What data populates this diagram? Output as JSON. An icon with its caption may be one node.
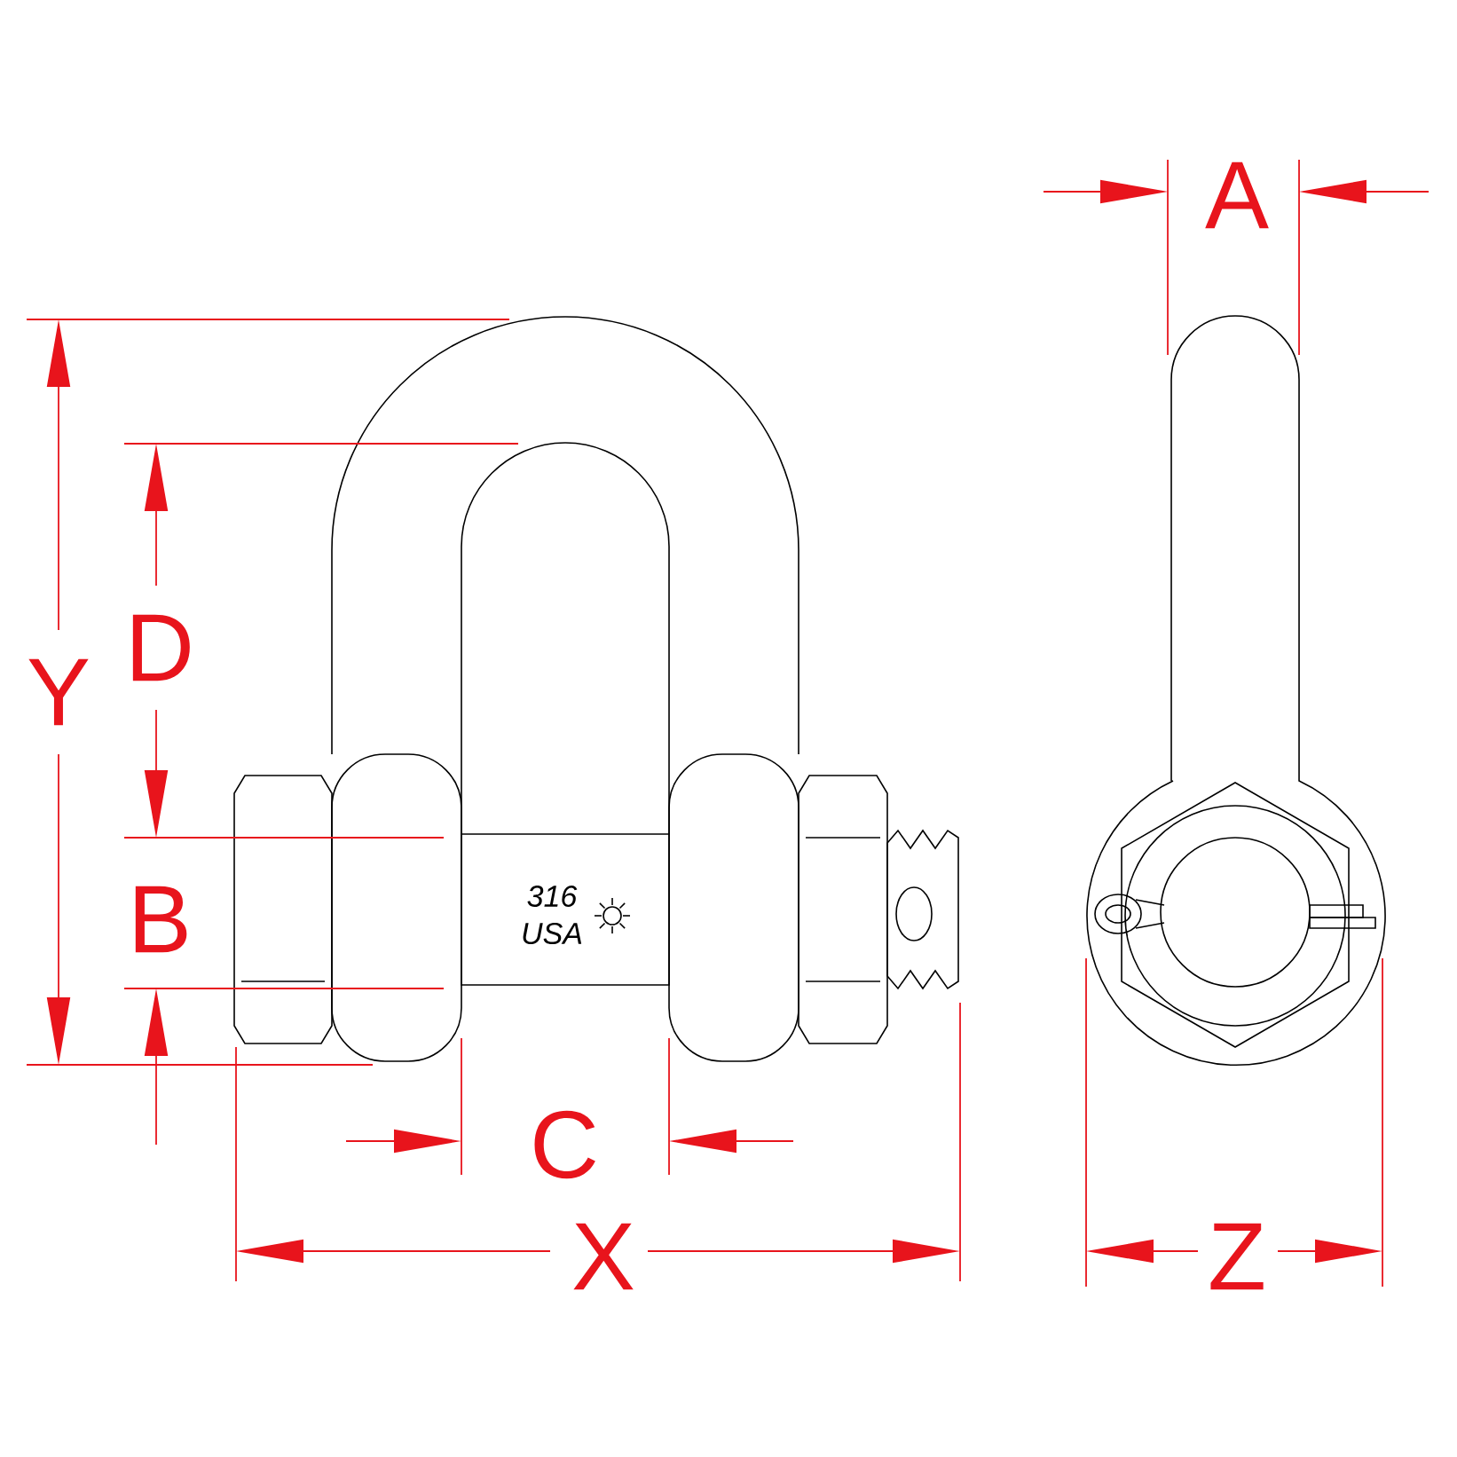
{
  "diagram": {
    "labels": [
      "A",
      "D",
      "Y",
      "B",
      "316",
      "USA",
      "C",
      "X",
      "Z"
    ]
  }
}
